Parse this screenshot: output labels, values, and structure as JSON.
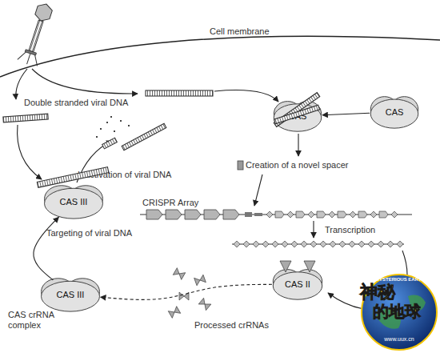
{
  "diagram": {
    "nodes": [
      {
        "text": [
          "CAS"
        ]
      },
      {
        "text": [
          "CAS"
        ]
      },
      {
        "text": [
          "CAS II"
        ]
      },
      {
        "text": [
          "CAS III"
        ]
      },
      {
        "text": [
          "CAS III"
        ]
      }
    ],
    "edges": [
      {
        "from": 1,
        "to": 0,
        "arrow": "to"
      },
      {
        "from": 2,
        "to": 4,
        "arrow": "to"
      },
      {
        "from": 4,
        "to": 3,
        "arrow": "to"
      }
    ],
    "labels": [
      "Cell membrane",
      "Double stranded viral DNA",
      "Inactivation of viral DNA",
      "Creation of a novel spacer",
      "CRISPR Array",
      "Transcription",
      "Targeting of viral DNA",
      "Processed crRNAs",
      "CAS crRNA complex",
      "MYSTERIOUS EARTH",
      "神秘",
      "的地球",
      "www.uux.cn"
    ]
  }
}
